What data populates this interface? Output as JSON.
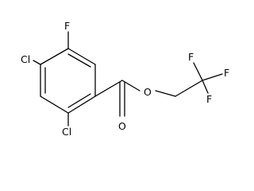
{
  "molecule": {
    "atoms": {
      "fluoro_ring": "F",
      "chloro_4": "Cl",
      "chloro_2": "Cl",
      "ester_oxygen": "O",
      "carbonyl_oxygen": "O",
      "cf3_f_left": "F",
      "cf3_f_right": "F",
      "cf3_f_bottom": "F"
    }
  }
}
